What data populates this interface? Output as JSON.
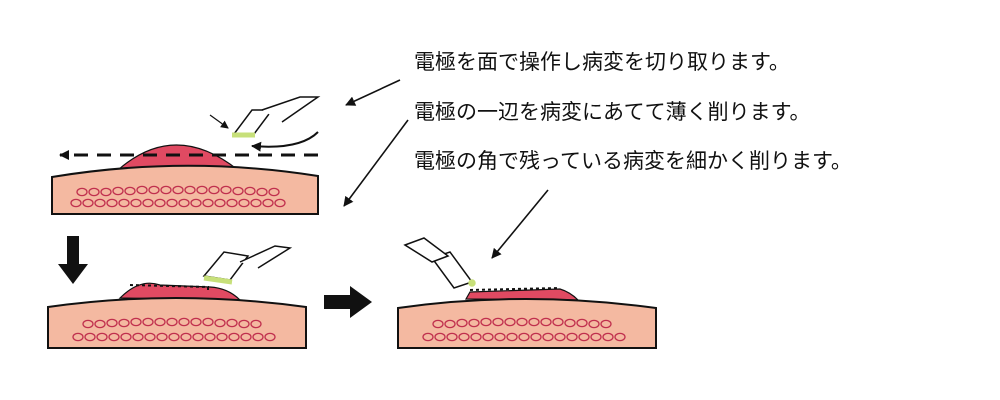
{
  "captions": [
    "電極を面で操作し病変を切り取ります。",
    "電極の一辺を病変にあてて薄く削ります。",
    "電極の角で残っている病変を細かく削ります。"
  ],
  "colors": {
    "tissue": "#f4b9a1",
    "lesion": "#e04a62",
    "electrode_contact": "#c7e07a",
    "outline": "#111111"
  }
}
